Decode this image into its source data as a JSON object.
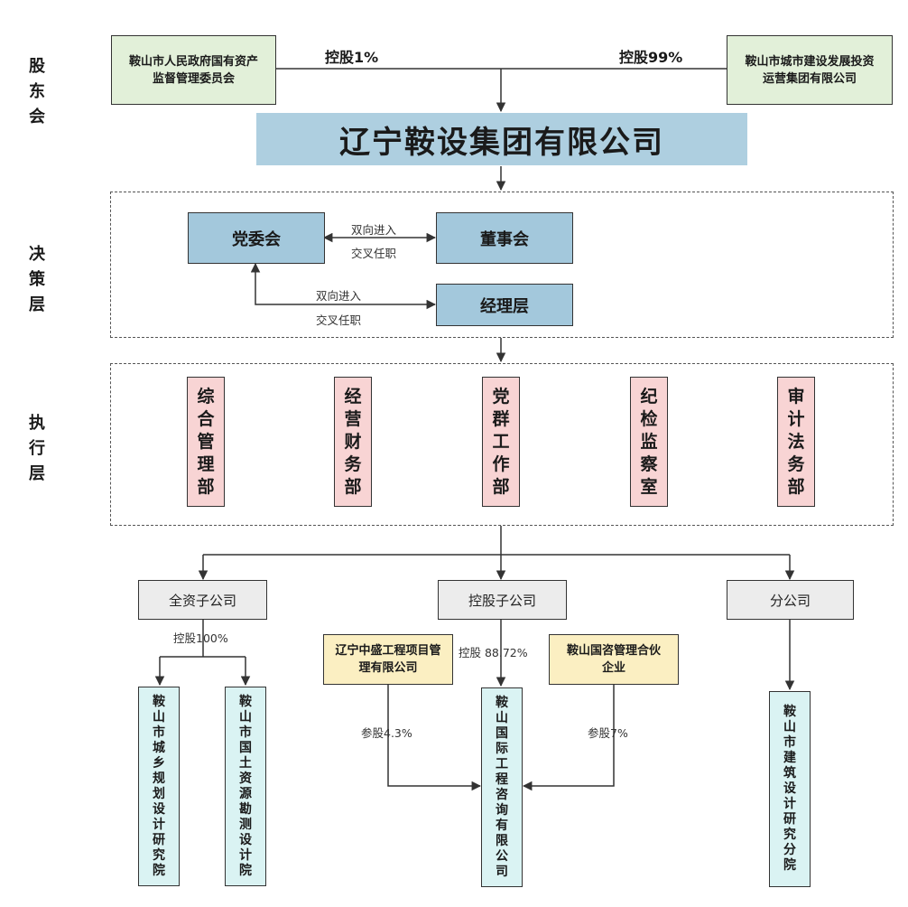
{
  "layer_labels": {
    "shareholders": "股东会",
    "decision": "决策层",
    "execution": "执行层"
  },
  "shareholders": {
    "left": {
      "name_line1": "鞍山市人民政府国有资产",
      "name_line2": "监督管理委员会",
      "stake": "控股1%"
    },
    "right": {
      "name_line1": "鞍山市城市建设发展投资",
      "name_line2": "运营集团有限公司",
      "stake": "控股99%"
    }
  },
  "company": {
    "title": "辽宁鞍设集团有限公司"
  },
  "decision_layer": {
    "party_committee": "党委会",
    "board": "董事会",
    "management": "经理层",
    "link1_line1": "双向进入",
    "link1_line2": "交叉任职",
    "link2_line1": "双向进入",
    "link2_line2": "交叉任职"
  },
  "departments": [
    "综合管理部",
    "经营财务部",
    "党群工作部",
    "纪检监察室",
    "审计法务部"
  ],
  "categories": {
    "wholly_owned": "全资子公司",
    "holding": "控股子公司",
    "branch": "分公司"
  },
  "stakes": {
    "wholly_owned": "控股100%",
    "holding": "控股 88.72%",
    "partner1": "参股4.3%",
    "partner2": "参股7%"
  },
  "partners": {
    "left_line1": "辽宁中盛工程项目管",
    "left_line2": "理有限公司",
    "right_line1": "鞍山国咨管理合伙",
    "right_line2": "企业"
  },
  "subsidiaries": {
    "sub1": "鞍山市城乡规划设计研究院",
    "sub2": "鞍山市国土资源勘测设计院",
    "sub3": "鞍山国际工程咨询有限公司",
    "sub4": "鞍山市建筑设计研究分院"
  }
}
